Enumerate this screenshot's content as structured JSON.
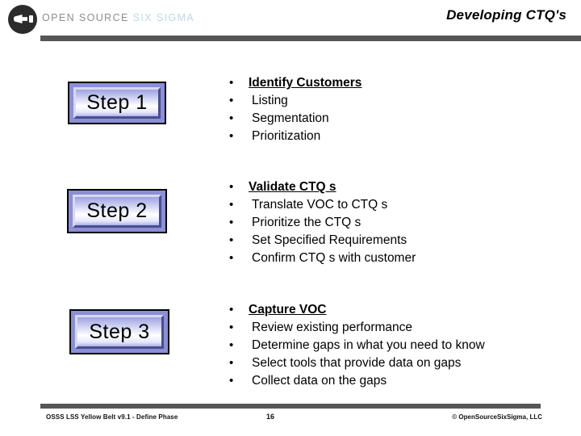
{
  "header": {
    "logo_icon": "open-source-six-sigma-logo-icon",
    "brand_primary": "OPEN SOURCE",
    "brand_accent": "SIX SIGMA",
    "brand_primary_color": "#8d8d8d",
    "brand_accent_color": "#bcd9e8",
    "title": "Developing CTQ's",
    "rule_color": "#565656"
  },
  "steps": [
    {
      "label": "Step 1",
      "bullets": [
        {
          "marker": "•",
          "text": "Identify Customers",
          "emphasis": "head"
        },
        {
          "marker": "•",
          "text": "Listing",
          "emphasis": "sub"
        },
        {
          "marker": "•",
          "text": "Segmentation",
          "emphasis": "sub"
        },
        {
          "marker": "•",
          "text": "Prioritization",
          "emphasis": "sub"
        }
      ]
    },
    {
      "label": "Step 2",
      "bullets": [
        {
          "marker": "•",
          "text": "Validate CTQ s",
          "emphasis": "head"
        },
        {
          "marker": "•",
          "text": "Translate VOC to CTQ s",
          "emphasis": "sub"
        },
        {
          "marker": "•",
          "text": "Prioritize the CTQ s",
          "emphasis": "sub"
        },
        {
          "marker": "•",
          "text": "Set Specified Requirements",
          "emphasis": "sub"
        },
        {
          "marker": "•",
          "text": "Confirm CTQ s with customer",
          "emphasis": "sub"
        }
      ]
    },
    {
      "label": "Step 3",
      "bullets": [
        {
          "marker": "•",
          "text": "Capture VOC",
          "emphasis": "head"
        },
        {
          "marker": "•",
          "text": "Review existing performance",
          "emphasis": "sub"
        },
        {
          "marker": "•",
          "text": "Determine gaps in what you need to know",
          "emphasis": "sub"
        },
        {
          "marker": "•",
          "text": "Select tools that provide  data on gaps",
          "emphasis": "sub"
        },
        {
          "marker": "•",
          "text": "Collect data on the gaps",
          "emphasis": "sub"
        }
      ]
    }
  ],
  "footer": {
    "left": "OSSS LSS Yellow Belt v9.1 - Define Phase",
    "page": "16",
    "right": "© OpenSourceSixSigma, LLC",
    "rule_color": "#565656"
  }
}
